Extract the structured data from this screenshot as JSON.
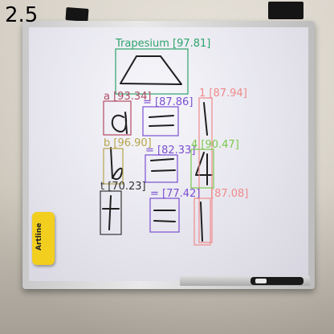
{
  "frame_label": "2.5",
  "eraser_brand": "Artline",
  "colors": {
    "shape": "#2ea36b",
    "char": "#b24a62",
    "operator": "#7b4fd0",
    "digit": "#f08a8a",
    "digit_four": "#7ac94a",
    "var_b": "#b6a54a",
    "var_t": "#333333"
  },
  "detections": [
    {
      "label": "Trapesium [97.81]",
      "kind": "shape"
    },
    {
      "label": "a [93.34]",
      "kind": "char"
    },
    {
      "label": "= [87.86]",
      "kind": "operator"
    },
    {
      "label": "1 [87.94]",
      "kind": "digit"
    },
    {
      "label": "b [96.90]",
      "kind": "var_b"
    },
    {
      "label": "= [82.33]",
      "kind": "operator"
    },
    {
      "label": "4 [90.47]",
      "kind": "digit_four"
    },
    {
      "label": "t [70.23]",
      "kind": "var_t"
    },
    {
      "label": "= [77.42]",
      "kind": "operator"
    },
    {
      "label": "[87.08]",
      "kind": "digit"
    }
  ]
}
